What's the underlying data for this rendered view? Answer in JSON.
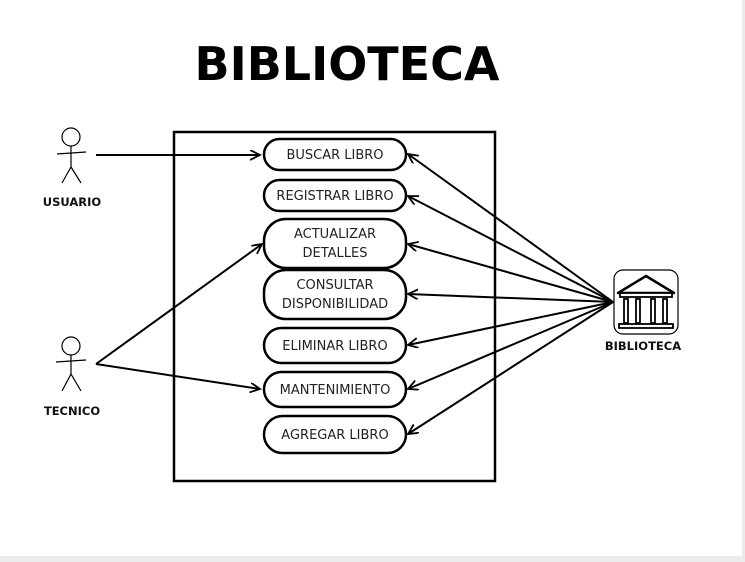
{
  "title": "BIBLIOTECA",
  "actors": {
    "usuario": "USUARIO",
    "tecnico": "TECNICO",
    "biblioteca": "BIBLIOTECA"
  },
  "use_cases": [
    {
      "id": "buscar",
      "lines": [
        "BUSCAR LIBRO"
      ]
    },
    {
      "id": "registrar",
      "lines": [
        "REGISTRAR LIBRO"
      ]
    },
    {
      "id": "actualizar",
      "lines": [
        "ACTUALIZAR",
        "DETALLES"
      ]
    },
    {
      "id": "consultar",
      "lines": [
        "CONSULTAR",
        "DISPONIBILIDAD"
      ]
    },
    {
      "id": "eliminar",
      "lines": [
        "ELIMINAR LIBRO"
      ]
    },
    {
      "id": "mantenimiento",
      "lines": [
        "MANTENIMIENTO"
      ]
    },
    {
      "id": "agregar",
      "lines": [
        "AGREGAR LIBRO"
      ]
    }
  ],
  "icons": {
    "biblioteca": "library-building-icon"
  }
}
